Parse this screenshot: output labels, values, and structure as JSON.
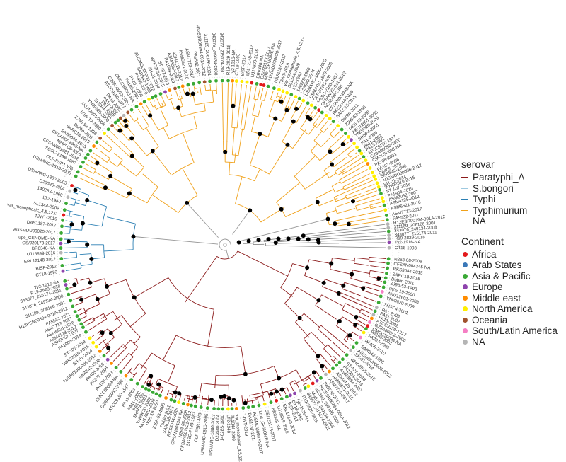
{
  "legend": {
    "serovar_title": "serovar",
    "serovar": [
      {
        "label": "Paratyphi_A",
        "color": "#8b1a1a"
      },
      {
        "label": "S.bongori",
        "color": "#9ec9e0"
      },
      {
        "label": "Typhi",
        "color": "#2b7fb3"
      },
      {
        "label": "Typhimurium",
        "color": "#f0a11a"
      },
      {
        "label": "NA",
        "color": "#888888"
      }
    ],
    "continent_title": "Continent",
    "continent": [
      {
        "label": "Africa",
        "color": "#e31a1c"
      },
      {
        "label": "Arab States",
        "color": "#3a78b8"
      },
      {
        "label": "Asia & Pacific",
        "color": "#3aa935"
      },
      {
        "label": "Europe",
        "color": "#8e44ad"
      },
      {
        "label": "Middle east",
        "color": "#ff8c00"
      },
      {
        "label": "North America",
        "color": "#ffee00"
      },
      {
        "label": "Oceania",
        "color": "#a0522d"
      },
      {
        "label": "South/Latin America",
        "color": "#f57fc4"
      },
      {
        "label": "NA",
        "color": "#b5b5b5"
      }
    ]
  },
  "tree": {
    "leaf_labels": [
      "N268-08-2008",
      "CFSAN004345-NA",
      "RKS3044-2015",
      "SARC18-2015",
      "Dublin-2011",
      "ZJ98-53-1998",
      "IX05-19-2000",
      "AKU12601-2008",
      "YN09620-2009",
      "SHSP4-2001",
      "PA1-2005",
      "PA11-2002",
      "PA13-2002",
      "ATCC9150-1917",
      "GZ9A00052-2000",
      "CMCC50093-NA",
      "PA108-2003",
      "PA207-2006",
      "PA405-2010",
      "SARB42-1998",
      "AUSMDU00006-2012",
      "SH-01-2014",
      "WHO2015-2015",
      "ST-107-2018",
      "PA1904-2019",
      "ASM3052-2007",
      "ASM4128-2012",
      "ASM6621-2016",
      "ASM7713-2017",
      "PA5532-2011",
      "H12ESR00394-001A-2012",
      "311189_206186-2001",
      "343076_249134-2008",
      "343077_215174-2011",
      "R19-2829-2018",
      "Ty2-1916-NA",
      "CT18-1993",
      "B/SF-2012",
      "ERL12148-2012",
      "UJ16899-2016",
      "BR0348-NA",
      "GS/J20173-2017",
      "lupe_GENOME-NA",
      "AUSMDU00020-2017",
      "DAS1187-2017",
      "TJWT-2019",
      "var_monophasic_4,5,12:i:-",
      "SL1344-2009",
      "LT2-1940",
      "14028S-1960",
      "D23580-2004",
      "USMARC-1880-2003",
      "USMARC-1810-2005",
      "OLF-FSR1-WB",
      "SGSC-2188-1987",
      "CFSAN001921-2012"
    ]
  }
}
